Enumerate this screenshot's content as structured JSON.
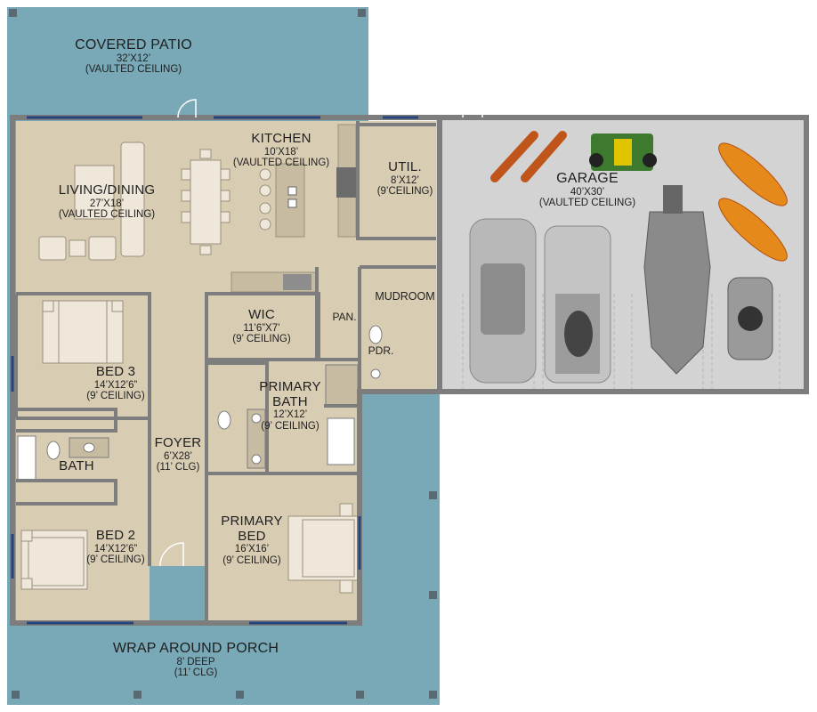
{
  "colors": {
    "porch": "#79a8b7",
    "room": "#d8ccb3",
    "garage": "#d3d3d3",
    "wall": "#7d7d7d",
    "window": "#27457c"
  },
  "rooms": {
    "covered_patio": {
      "name": "COVERED PATIO",
      "dims": "32’X12’",
      "note": "(VAULTED CEILING)"
    },
    "kitchen": {
      "name": "KITCHEN",
      "dims": "10’X18’",
      "note": "(VAULTED CEILING)"
    },
    "living_dining": {
      "name": "LIVING/DINING",
      "dims": "27’X18’",
      "note": "(VAULTED CEILING)"
    },
    "util": {
      "name": "UTIL.",
      "dims": "8’X12’",
      "note": "(9’CEILING)"
    },
    "garage": {
      "name": "GARAGE",
      "dims": "40’X30’",
      "note": "(VAULTED CEILING)"
    },
    "wic": {
      "name": "WIC",
      "dims": "11’6”X7’",
      "note": "(9’ CEILING)"
    },
    "pantry": {
      "name": "PAN."
    },
    "mudroom": {
      "name": "MUDROOM"
    },
    "powder": {
      "name": "PDR."
    },
    "bed3": {
      "name": "BED 3",
      "dims": "14’X12’6”",
      "note": "(9’ CEILING)"
    },
    "primary_bath": {
      "name": "PRIMARY\nBATH",
      "name_line1": "PRIMARY",
      "name_line2": "BATH",
      "dims": "12’X12’",
      "note": "(9’ CEILING)"
    },
    "foyer": {
      "name": "FOYER",
      "dims": "6’X28’",
      "note": "(11’ CLG)"
    },
    "bath": {
      "name": "BATH"
    },
    "bed2": {
      "name": "BED 2",
      "dims": "14’X12’6”",
      "note": "(9’ CEILING)"
    },
    "primary_bed": {
      "name_line1": "PRIMARY",
      "name_line2": "BED",
      "dims": "16’X16’",
      "note": "(9’ CEILING)"
    },
    "porch": {
      "name": "WRAP AROUND PORCH",
      "dims": "8’ DEEP",
      "note": "(11’ CLG)"
    }
  }
}
